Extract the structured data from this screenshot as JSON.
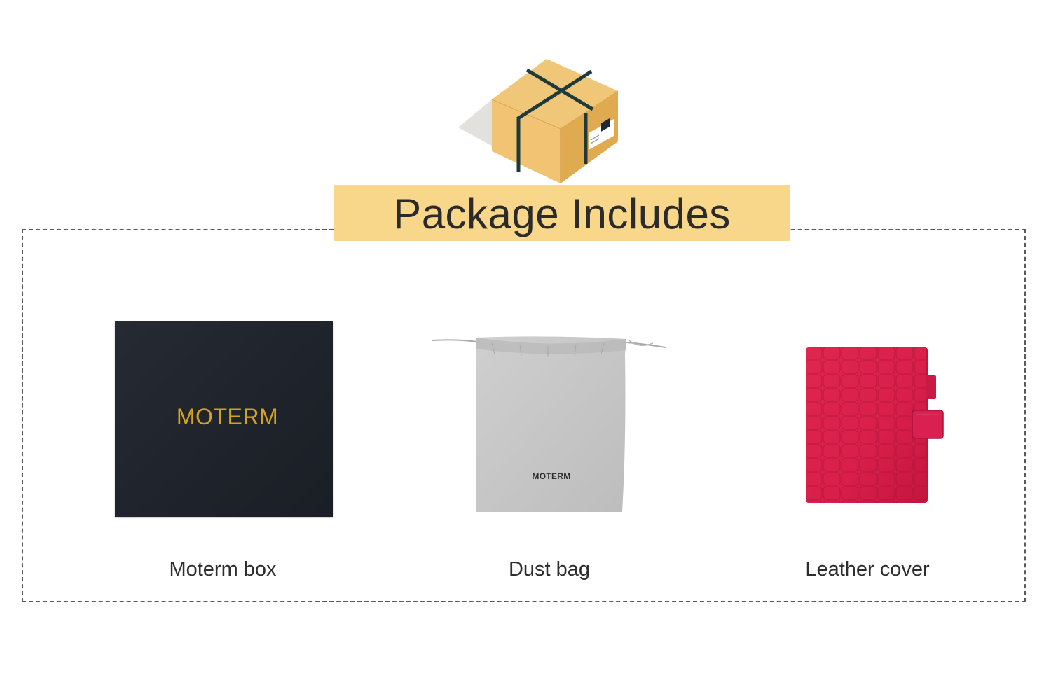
{
  "title": "Package Includes",
  "icons": {
    "parcel": "parcel-box-icon"
  },
  "colors": {
    "banner": "#f8d68a",
    "frame_border": "#5a5a5a",
    "box_brand_gold": "#d4a21e",
    "leather_red": "#d81e4a"
  },
  "items": [
    {
      "name": "moterm-box",
      "brand": "MOTERM",
      "caption": "Moterm box"
    },
    {
      "name": "dust-bag",
      "brand": "MOTERM",
      "caption": "Dust bag"
    },
    {
      "name": "leather-cover",
      "caption": "Leather cover"
    }
  ]
}
